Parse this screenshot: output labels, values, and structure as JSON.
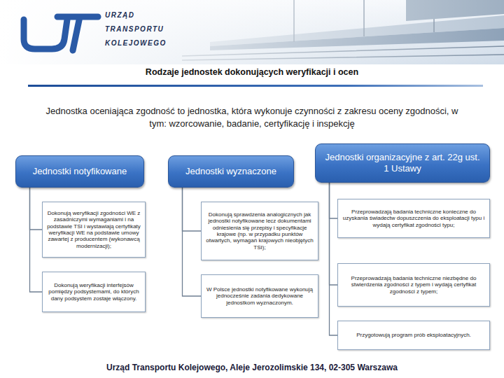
{
  "diagram": {
    "title": "Rodzaje jednostek dokonujących weryfikacji i ocen",
    "nodes": [
      {
        "text": [
          "Jednostki notyfikowane"
        ]
      },
      {
        "text": [
          "Dokonują weryfikacji zgodności WE z zasadniczymi wymaganiami i na podstawie TSI i wystawiają certyfikaty weryfikacji WE na podstawie umowy zawartej z producentem (wykonawcą modernizacji);"
        ]
      },
      {
        "text": [
          "Dokonują weryfikacji interfejsów pomiędzy podsystemami, do których dany podsystem zostaje włączony."
        ]
      },
      {
        "text": [
          "Jednostki wyznaczone"
        ]
      },
      {
        "text": [
          "Dokonują sprawdzenia analogicznych jak jednostki notyfikowane lecz dokumentami odniesienia się przepisy i specyfikacje krajowe (np. w przypadku punktów otwartych, wymagań krajowych nieobjętych TSI);"
        ]
      },
      {
        "text": [
          "W Polsce jednostki notyfikowane wykonują jednocześnie zadania dedykowane jednostkom wyznaczonym."
        ]
      },
      {
        "text": [
          "Jednostki organizacyjne z art. 22g ust. 1 Ustawy"
        ]
      },
      {
        "text": [
          "Przeprowadzają badania techniczne konieczne do uzyskania świadectw dopuszczenia do eksploatacji typu i wydają certyfikat zgodności typu;"
        ]
      },
      {
        "text": [
          "Przeprowadzają badania techniczne niezbędne do stwierdzenia zgodności z typem i wydają certyfikat zgodności z typem;"
        ]
      },
      {
        "text": [
          "Przygotowują program prób eksploatacyjnych."
        ]
      }
    ],
    "edges": [
      {
        "from": 0,
        "to": 1,
        "arrow": "none"
      },
      {
        "from": 0,
        "to": 2,
        "arrow": "none"
      },
      {
        "from": 3,
        "to": 4,
        "arrow": "none"
      },
      {
        "from": 3,
        "to": 5,
        "arrow": "none"
      },
      {
        "from": 6,
        "to": 7,
        "arrow": "none"
      },
      {
        "from": 6,
        "to": 8,
        "arrow": "none"
      },
      {
        "from": 6,
        "to": 9,
        "arrow": "none"
      }
    ],
    "labels": [
      "URZĄD",
      "TRANSPORTU",
      "KOLEJOWEGO",
      "Jednostka oceniająca zgodność to jednostka, która wykonuje czynności z zakresu oceny zgodności, w tym: wzorcowanie, badanie, certyfikację i inspekcję",
      "Urząd Transportu Kolejowego, Aleje Jerozolimskie 134, 02-305 Warszawa"
    ]
  }
}
